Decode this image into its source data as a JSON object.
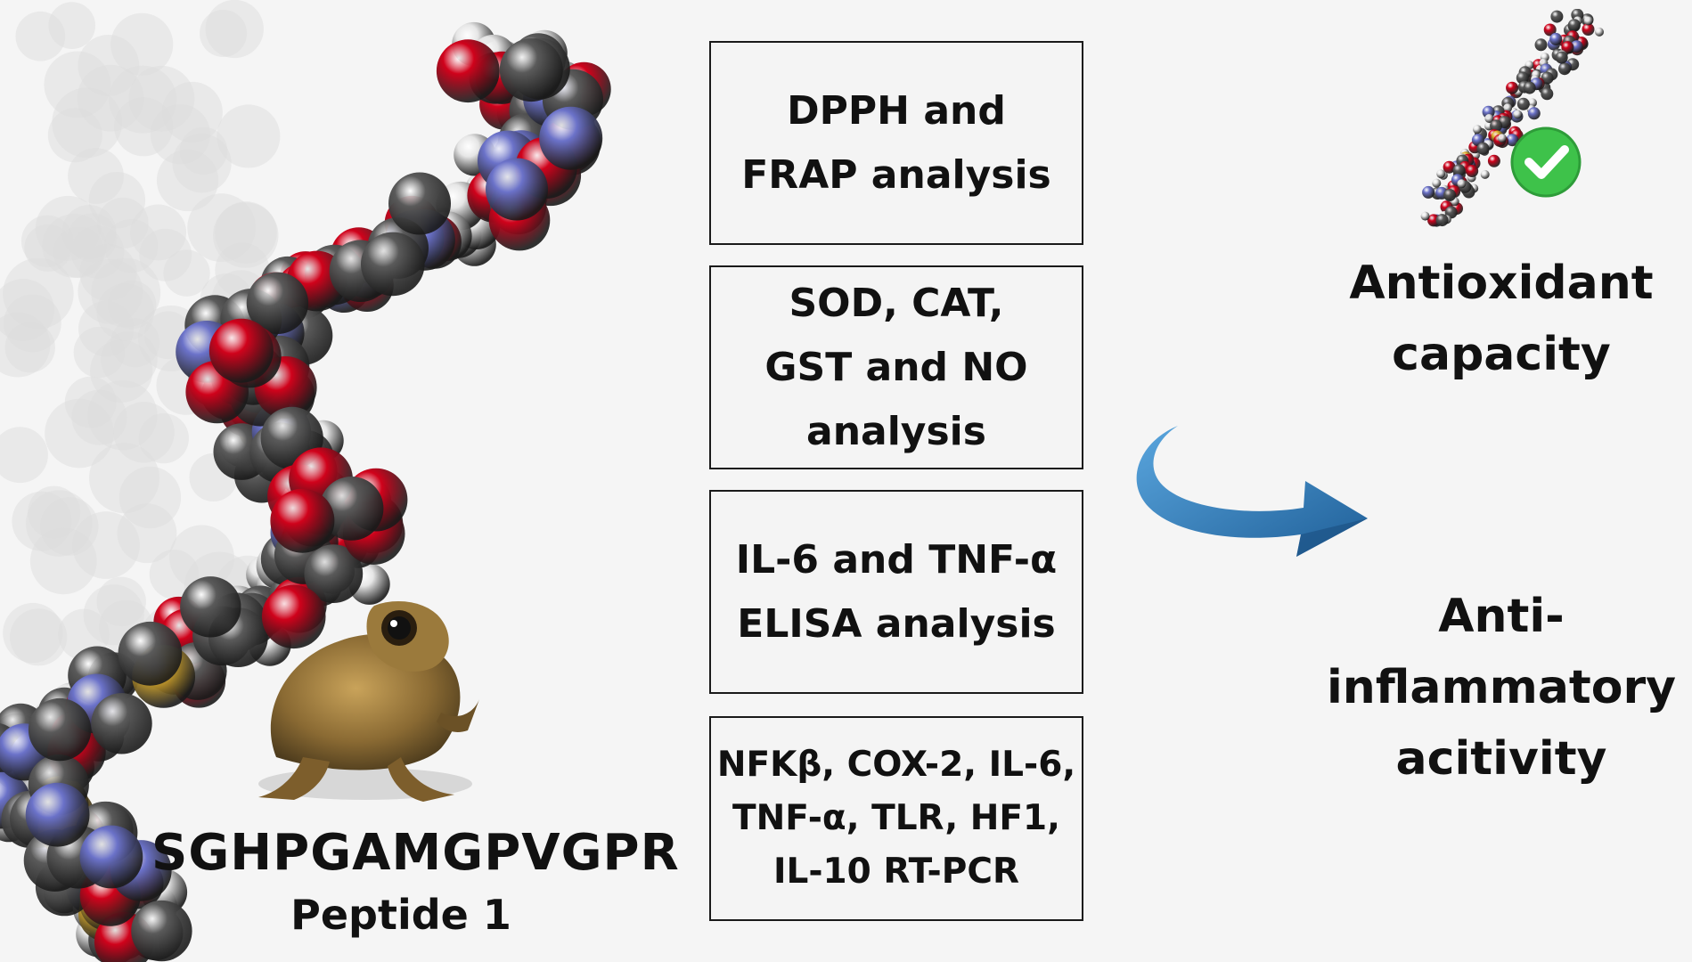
{
  "peptide": {
    "sequence": "SGHPGAMGPVGPR",
    "name": "Peptide 1"
  },
  "assays": [
    {
      "label": "DPPH and\nFRAP analysis"
    },
    {
      "label": "SOD, CAT,\nGST and NO\nanalysis"
    },
    {
      "label": "IL-6 and TNF-α\nELISA analysis"
    },
    {
      "label": "NFKβ, COX-2, IL-6,\nTNF-α, TLR, HF1,\nIL-10 RT-PCR"
    }
  ],
  "outcomes": [
    {
      "label": "Antioxidant\ncapacity"
    },
    {
      "label": "Anti-\ninflammatory\nacitivity"
    }
  ],
  "colors": {
    "background": "#f5f5f5",
    "oxygen": "#d0021b",
    "carbon": "#5a5a5a",
    "hydrogen": "#e6e6e6",
    "nitrogen": "#6b72c9",
    "sulfur": "#e0b02e",
    "arrow": "#2f79b5",
    "check": "#3ec24a"
  },
  "icons": [
    "molecule-model",
    "frog-image",
    "curved-arrow-icon",
    "check-icon"
  ]
}
